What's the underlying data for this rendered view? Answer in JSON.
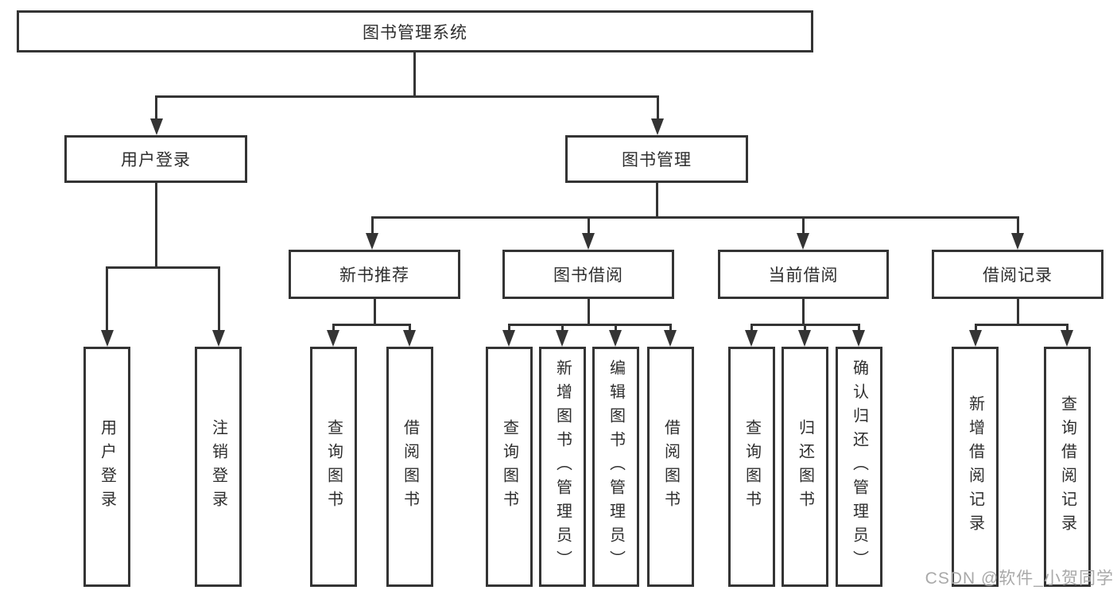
{
  "tree": {
    "label": "图书管理系统",
    "children": [
      {
        "label": "用户登录",
        "children": [
          {
            "label": "用户登录"
          },
          {
            "label": "注销登录"
          }
        ]
      },
      {
        "label": "图书管理",
        "children": [
          {
            "label": "新书推荐",
            "children": [
              {
                "label": "查询图书"
              },
              {
                "label": "借阅图书"
              }
            ]
          },
          {
            "label": "图书借阅",
            "children": [
              {
                "label": "查询图书"
              },
              {
                "label": "新增图书（管理员）"
              },
              {
                "label": "编辑图书（管理员）"
              },
              {
                "label": "借阅图书"
              }
            ]
          },
          {
            "label": "当前借阅",
            "children": [
              {
                "label": "查询图书"
              },
              {
                "label": "归还图书"
              },
              {
                "label": "确认归还（管理员）"
              }
            ]
          },
          {
            "label": "借阅记录",
            "children": [
              {
                "label": "新增借阅记录"
              },
              {
                "label": "查询借阅记录"
              }
            ]
          }
        ]
      }
    ]
  },
  "watermark": {
    "text": "CSDN @软件_小贺同学"
  },
  "colors": {
    "line": "#343434",
    "text": "#2e2e2e",
    "watermark": "#a9a9a9",
    "background": "#ffffff"
  }
}
